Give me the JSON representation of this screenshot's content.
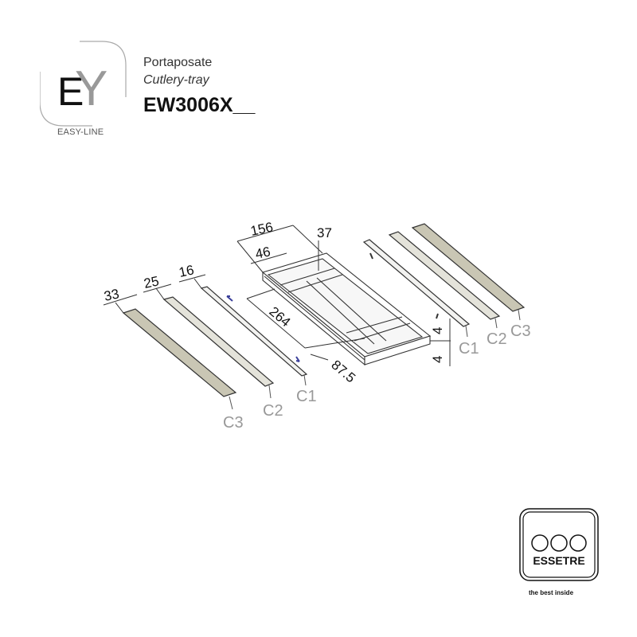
{
  "header": {
    "brand_logo_letters": {
      "e": "E",
      "y": "Y"
    },
    "brand_line": "EASY-LINE",
    "title_it": "Portaposate",
    "title_en": "Cutlery-tray",
    "product_code": "EW3006X__"
  },
  "dimensions": {
    "tray_width": "156",
    "tray_height": "37",
    "compartment_width": "46",
    "tray_length": "264",
    "tray_depth_front": "87.5",
    "gap_top": "4",
    "gap_bottom": "4",
    "strip_c1_width": "16",
    "strip_c2_width": "25",
    "strip_c3_width": "33"
  },
  "labels": {
    "left_c1": "C1",
    "left_c2": "C2",
    "left_c3": "C3",
    "right_c1": "C1",
    "right_c2": "C2",
    "right_c3": "C3"
  },
  "colors": {
    "strip_c3_fill": "#c9c6b4",
    "strip_c2_fill": "#e4e3da",
    "strip_c1_fill": "#f2f2f0",
    "label_gray": "#999999",
    "arrow_blue": "#3a3f9a"
  },
  "footer": {
    "brand": "ESSETRE",
    "tagline": "the best inside"
  }
}
